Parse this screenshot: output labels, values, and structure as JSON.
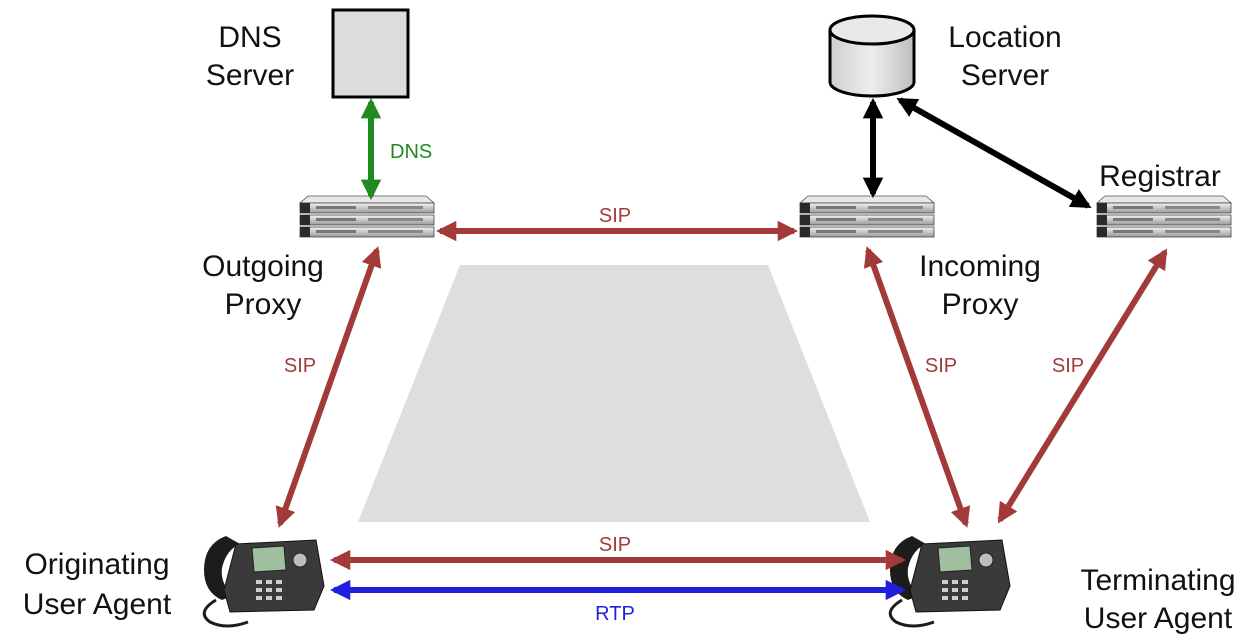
{
  "colors": {
    "sip": "#a23a3a",
    "dns": "#1f8a1f",
    "rtp": "#1f1fdd",
    "location": "#000000",
    "trapezoid": "#dedede",
    "box_fill": "#dcdcdc",
    "text": "#111111"
  },
  "nodes": {
    "dns_server": {
      "line1": "DNS",
      "line2": "Server",
      "icon": "server-box-icon"
    },
    "location_server": {
      "line1": "Location",
      "line2": "Server",
      "icon": "database-cylinder-icon"
    },
    "outgoing_proxy": {
      "line1": "Outgoing",
      "line2": "Proxy",
      "icon": "rack-server-icon"
    },
    "incoming_proxy": {
      "line1": "Incoming",
      "line2": "Proxy",
      "icon": "rack-server-icon"
    },
    "registrar": {
      "line1": "Registrar",
      "icon": "rack-server-icon"
    },
    "originating_ua": {
      "line1": "Originating",
      "line2": "User Agent",
      "icon": "ip-phone-icon"
    },
    "terminating_ua": {
      "line1": "Terminating",
      "line2": "User Agent",
      "icon": "ip-phone-icon"
    }
  },
  "links": {
    "dns": "DNS",
    "sip_proxies": "SIP",
    "sip_orig": "SIP",
    "sip_incoming": "SIP",
    "sip_registrar": "SIP",
    "sip_phones": "SIP",
    "rtp_phones": "RTP"
  }
}
